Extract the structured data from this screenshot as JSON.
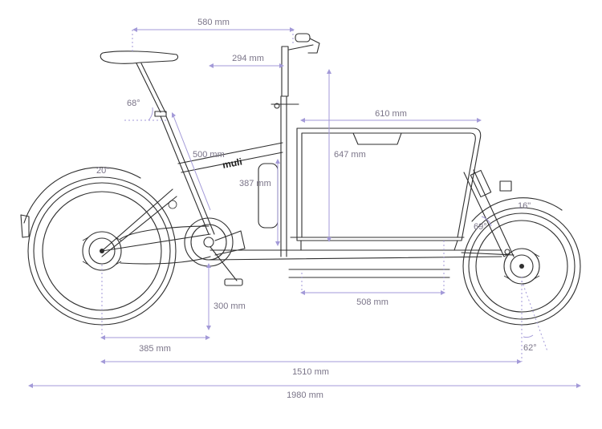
{
  "brand": "muli",
  "dimensions": {
    "top_length": "580 mm",
    "stem_reach": "294 mm",
    "seat_angle": "68°",
    "rear_wheel": "20\"",
    "seat_tube": "500 mm",
    "frame_height": "387 mm",
    "box_height": "647 mm",
    "box_length": "610 mm",
    "front_wheel": "16\"",
    "head_angle": "69°",
    "bb_height": "300 mm",
    "box_floor": "508 mm",
    "chainstay": "385 mm",
    "wheelbase": "1510 mm",
    "total_length": "1980 mm",
    "fork_angle": "62°"
  },
  "colors": {
    "line": "#2f2f2f",
    "dimension": "#a39ad8",
    "label": "#7a7488"
  }
}
